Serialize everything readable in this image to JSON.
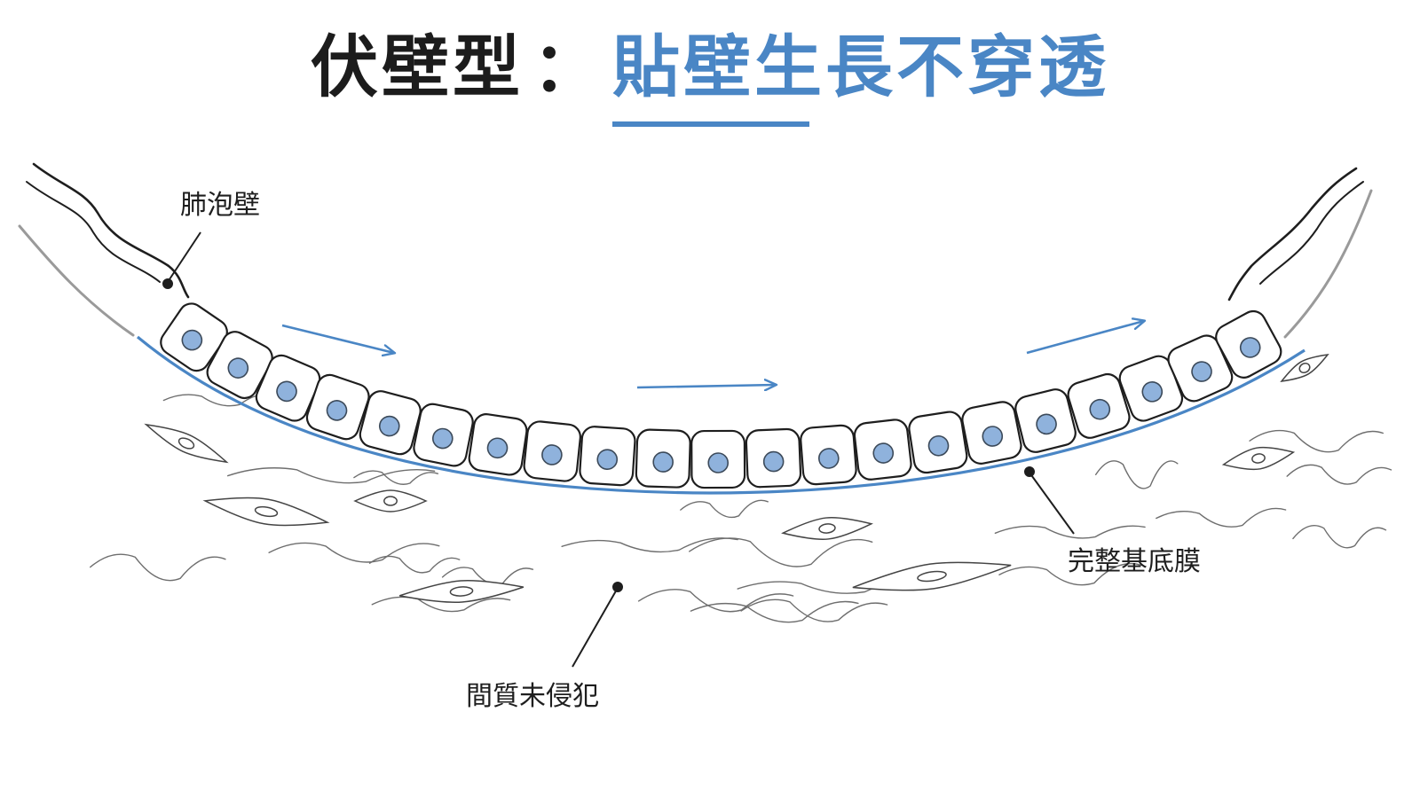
{
  "title": {
    "prefix": "伏壁型",
    "separator": "：",
    "highlight": "貼壁生長不穿透"
  },
  "labels": {
    "alveolar_wall": "肺泡壁",
    "basement_membrane": "完整基底膜",
    "interstitium": "間質未侵犯"
  },
  "colors": {
    "accent_blue": "#4a86c5",
    "nucleus_fill": "#8fb2dc",
    "line_dark": "#1e1e1e",
    "stroma_gray": "#6e6e6e"
  },
  "diagram": {
    "epithelial_cell_count": 21,
    "growth_arrow_count": 3,
    "basement_membrane_intact": true
  }
}
